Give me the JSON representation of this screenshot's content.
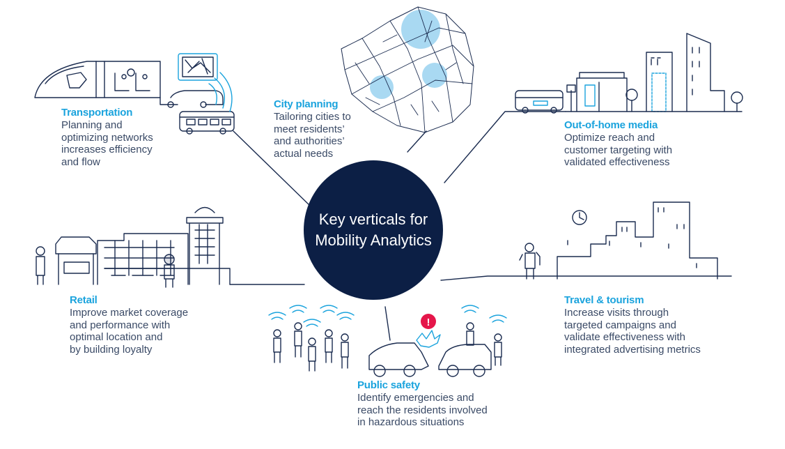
{
  "hub": {
    "line1": "Key verticals for",
    "line2": "Mobility Analytics"
  },
  "verticals": {
    "transportation": {
      "title": "Transportation",
      "lines": [
        "Planning and",
        "optimizing networks",
        "increases efficiency",
        "and flow"
      ]
    },
    "city_planning": {
      "title": "City planning",
      "lines": [
        "Tailoring cities to",
        "meet residents’",
        "and authorities’",
        "actual needs"
      ]
    },
    "out_of_home": {
      "title": "Out-of-home media",
      "lines": [
        "Optimize reach and",
        "customer targeting with",
        "validated effectiveness"
      ]
    },
    "retail": {
      "title": "Retail",
      "lines": [
        "Improve market coverage",
        "and performance with",
        "optimal location and",
        "by building loyalty"
      ]
    },
    "travel": {
      "title": "Travel & tourism",
      "lines": [
        "Increase visits through",
        "targeted campaigns and",
        "validate effectiveness with",
        "integrated advertising metrics"
      ]
    },
    "public_safety": {
      "title": "Public safety",
      "lines": [
        "Identify emergencies and",
        "reach the residents involved",
        "in hazardous situations"
      ]
    }
  },
  "alert_mark": "!",
  "colors": {
    "hub": "#0c1f45",
    "accent": "#1aa3dd",
    "line": "#1a2b4f",
    "text": "#3a4a66",
    "alert": "#e5164a",
    "highlight": "#a9d9f2"
  }
}
